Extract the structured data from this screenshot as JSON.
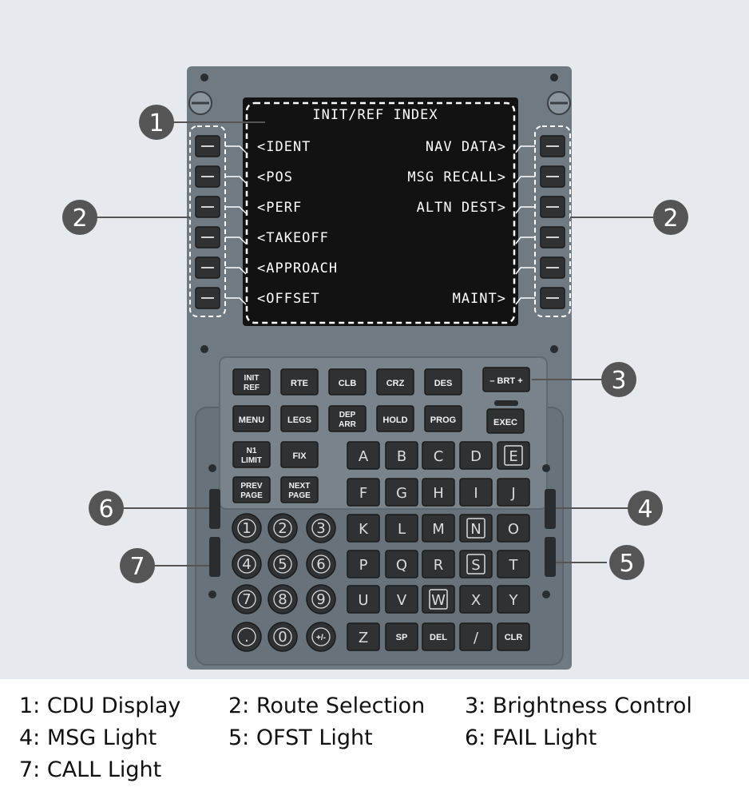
{
  "screen": {
    "title": "INIT/REF INDEX",
    "left_items": [
      "<IDENT",
      "<POS",
      "<PERF",
      "<TAKEOFF",
      "<APPROACH",
      "<OFFSET"
    ],
    "right_items": [
      "NAV DATA>",
      "MSG RECALL>",
      "ALTN DEST>",
      "",
      "",
      "MAINT>"
    ]
  },
  "function_keys": {
    "row1": [
      [
        "INIT",
        "REF"
      ],
      [
        "RTE"
      ],
      [
        "CLB"
      ],
      [
        "CRZ"
      ],
      [
        "DES"
      ]
    ],
    "row2": [
      [
        "MENU"
      ],
      [
        "LEGS"
      ],
      [
        "DEP",
        "ARR"
      ],
      [
        "HOLD"
      ],
      [
        "PROG"
      ]
    ],
    "row3": [
      [
        "N1",
        "LIMIT"
      ],
      [
        "FIX"
      ]
    ],
    "row4": [
      [
        "PREV",
        "PAGE"
      ],
      [
        "NEXT",
        "PAGE"
      ]
    ],
    "brt": "– BRT +",
    "exec": "EXEC"
  },
  "alpha_keys": [
    [
      "A",
      "B",
      "C",
      "D",
      "E"
    ],
    [
      "F",
      "G",
      "H",
      "I",
      "J"
    ],
    [
      "K",
      "L",
      "M",
      "N",
      "O"
    ],
    [
      "P",
      "Q",
      "R",
      "S",
      "T"
    ],
    [
      "U",
      "V",
      "W",
      "X",
      "Y"
    ],
    [
      "Z",
      "SP",
      "DEL",
      "/",
      "CLR"
    ]
  ],
  "boxed_letters": [
    "E",
    "N",
    "S",
    "W"
  ],
  "numeric_keys": [
    [
      "1",
      "2",
      "3"
    ],
    [
      "4",
      "5",
      "6"
    ],
    [
      "7",
      "8",
      "9"
    ],
    [
      ".",
      "0",
      "+/-"
    ]
  ],
  "callouts": [
    "1",
    "2",
    "2",
    "3",
    "4",
    "5",
    "6",
    "7"
  ],
  "legend": [
    "1: CDU Display",
    "2: Route Selection",
    "3: Brightness Control",
    "4: MSG Light",
    "5: OFST Light",
    "6: FAIL Light",
    "7: CALL Light"
  ],
  "colors": {
    "background": "#e6eaee",
    "bezel": "#6f7a83",
    "screen": "#121212",
    "key": "#2f3133",
    "callout": "#555555"
  }
}
